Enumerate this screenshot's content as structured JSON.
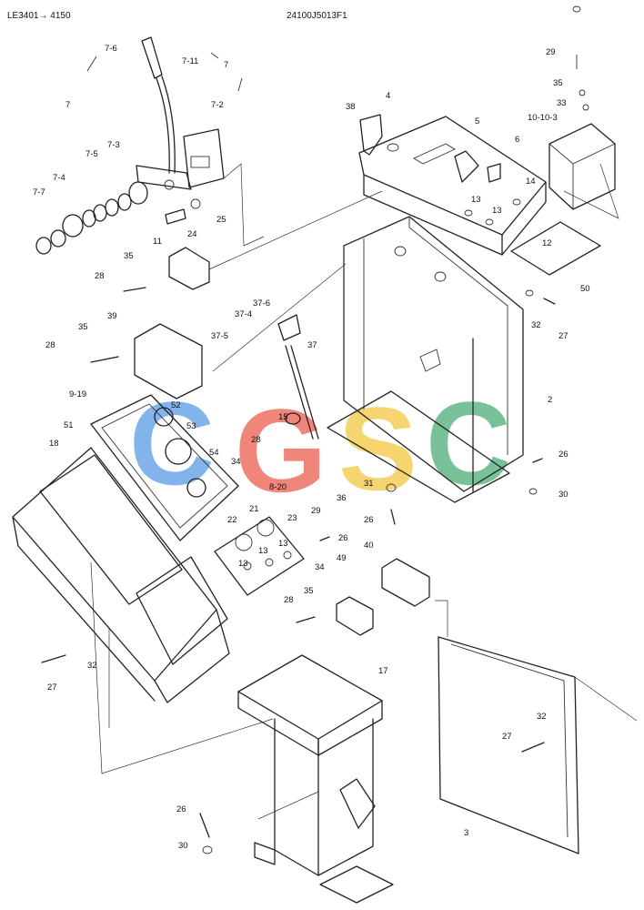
{
  "header": {
    "left_code": "LE3401→ 4150",
    "center_code": "24100J5013F1"
  },
  "watermark": {
    "letters": [
      {
        "char": "C",
        "color": "#4a90e2"
      },
      {
        "char": "G",
        "color": "#e84c3d"
      },
      {
        "char": "S",
        "color": "#f2c12e"
      },
      {
        "char": "C",
        "color": "#3aa66a"
      }
    ]
  },
  "callouts": [
    "7-6",
    "7-11",
    "7",
    "7",
    "7-2",
    "7-3",
    "7-5",
    "7-4",
    "7-7",
    "24",
    "25",
    "38",
    "4",
    "5",
    "6",
    "14",
    "13",
    "13",
    "12",
    "29",
    "35",
    "33",
    "10-10-3",
    "50",
    "11",
    "35",
    "28",
    "37-6",
    "37-4",
    "37-5",
    "37",
    "39",
    "35",
    "28",
    "9-19",
    "52",
    "51",
    "53",
    "54",
    "18",
    "15",
    "28",
    "34",
    "36",
    "8-20",
    "29",
    "2",
    "26",
    "30",
    "31",
    "26",
    "21",
    "22",
    "23",
    "13",
    "13",
    "13",
    "26",
    "34",
    "40",
    "49",
    "35",
    "28",
    "32",
    "27",
    "27",
    "32",
    "17",
    "32",
    "27",
    "26",
    "30",
    "3"
  ]
}
